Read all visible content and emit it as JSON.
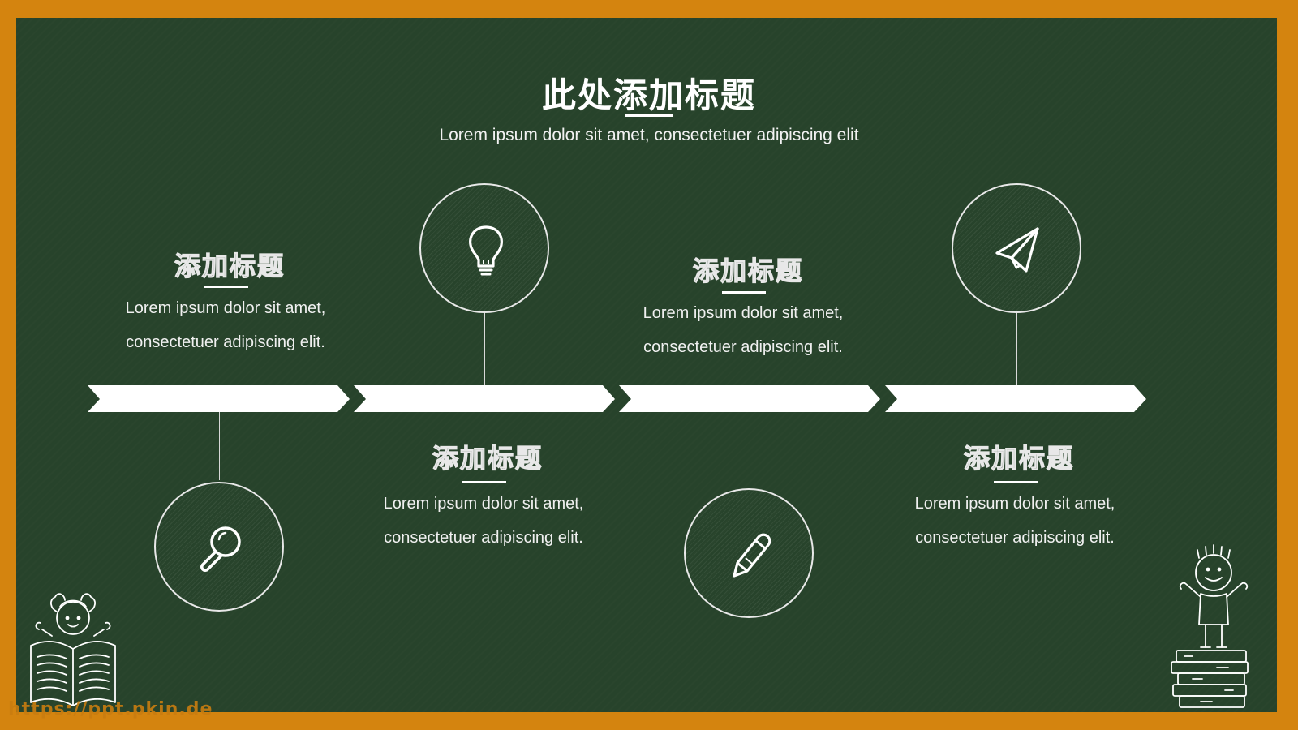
{
  "slide": {
    "title": "此处添加标题",
    "subtitle": "Lorem ipsum dolor sit amet, consectetuer adipiscing elit",
    "watermark": "https://ppt.pkin.de"
  },
  "steps": [
    {
      "title": "添加标题",
      "line1": "Lorem ipsum dolor sit amet,",
      "line2": "consectetuer adipiscing elit.",
      "icon": "magnifier-icon"
    },
    {
      "title": "添加标题",
      "line1": "Lorem ipsum dolor sit amet,",
      "line2": "consectetuer adipiscing elit.",
      "icon": "lightbulb-icon"
    },
    {
      "title": "添加标题",
      "line1": "Lorem ipsum dolor sit amet,",
      "line2": "consectetuer adipiscing elit.",
      "icon": "pencil-icon"
    },
    {
      "title": "添加标题",
      "line1": "Lorem ipsum dolor sit amet,",
      "line2": "consectetuer adipiscing elit.",
      "icon": "paper-plane-icon"
    }
  ],
  "colors": {
    "frame": "#d4840f",
    "board": "#27432b",
    "chalk": "#ffffff"
  }
}
